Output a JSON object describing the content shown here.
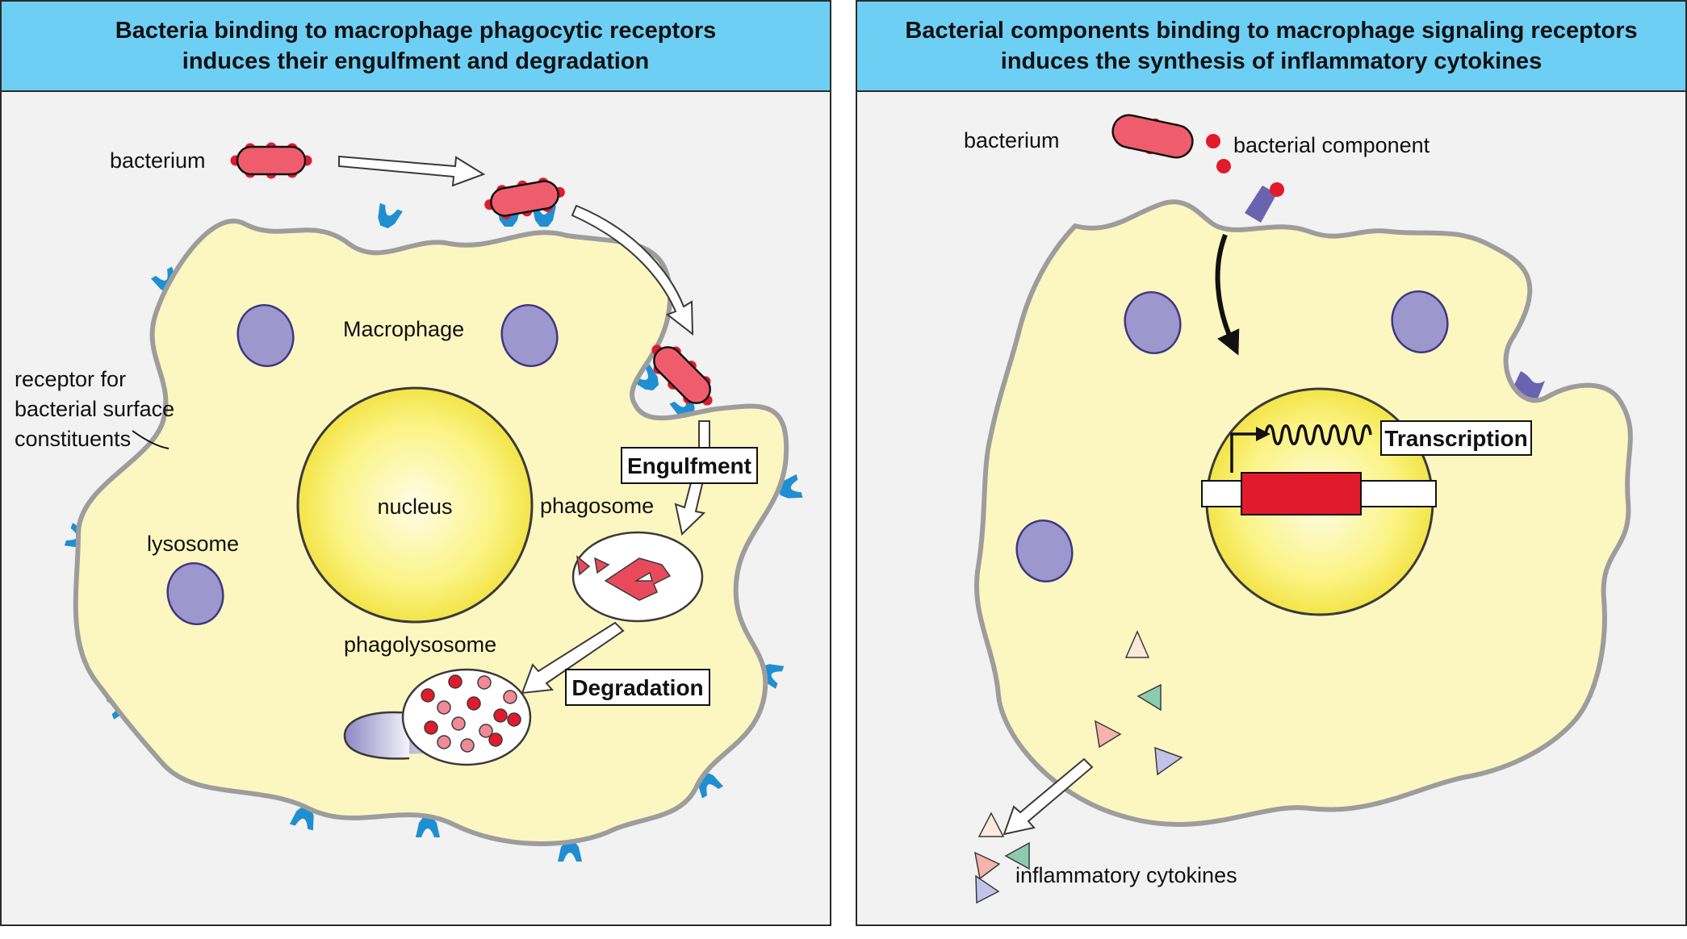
{
  "left_panel": {
    "title_line1": "Bacteria binding to macrophage phagocytic receptors",
    "title_line2": "induces their engulfment and degradation",
    "labels": {
      "bacterium": "bacterium",
      "macrophage": "Macrophage",
      "receptor_line1": "receptor for",
      "receptor_line2": "bacterial surface",
      "receptor_line3": "constituents",
      "nucleus": "nucleus",
      "lysosome": "lysosome",
      "phagosome": "phagosome",
      "phagolysosome": "phagolysosome",
      "engulfment": "Engulfment",
      "degradation": "Degradation"
    }
  },
  "right_panel": {
    "title_line1": "Bacterial components binding to macrophage signaling receptors",
    "title_line2": "induces the synthesis of inflammatory cytokines",
    "labels": {
      "bacterium": "bacterium",
      "bacterial_component": "bacterial component",
      "transcription": "Transcription",
      "cytokines": "inflammatory cytokines"
    }
  },
  "colors": {
    "header_blue": "#6ecff5",
    "cell_fill": "#fcf7c0",
    "cell_outline": "#9d9d9d",
    "bacterium_red": "#ef5d6c",
    "receptor_blue": "#1f8fd1",
    "lysosome_purple": "#9c98cd",
    "nucleus_yellow": "#fbf176",
    "signaling_receptor": "#6a63b0"
  }
}
